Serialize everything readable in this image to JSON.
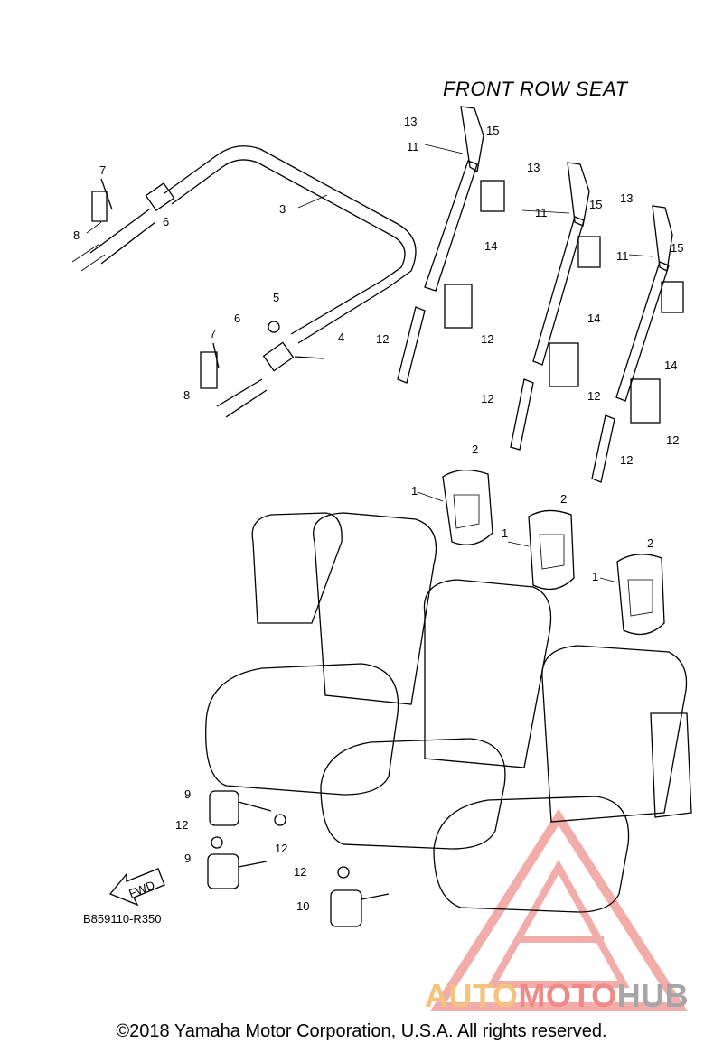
{
  "diagram": {
    "title": "FRONT ROW SEAT",
    "drawing_code": "B859110-R350",
    "fwd_label": "FWD",
    "copyright": "©2018 Yamaha Motor Corporation, U.S.A. All rights reserved.",
    "watermark": {
      "part1": "AUTO",
      "part2": "MOTO",
      "part3": "HUB"
    },
    "callouts": [
      "1",
      "2",
      "3",
      "4",
      "5",
      "6",
      "7",
      "8",
      "9",
      "10",
      "11",
      "12",
      "13",
      "14",
      "15"
    ],
    "colors": {
      "line": "#000000",
      "watermark_triangle": "#e86a66",
      "watermark_auto": "#f4c37c",
      "watermark_moto": "#f08a86",
      "watermark_hub": "#a6a6a6"
    }
  }
}
